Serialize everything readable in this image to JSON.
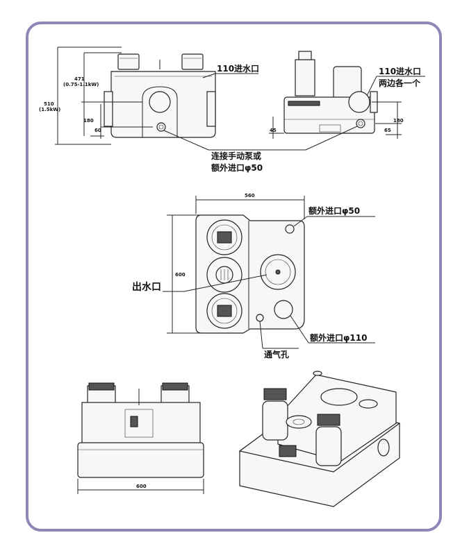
{
  "colors": {
    "frame_border": "#8f86b8",
    "line": "#222222"
  },
  "front_view": {
    "inlet_label": "110进水口",
    "dim_471": "471",
    "dim_471_sub": "(0.75-1.1kW)",
    "dim_510": "510",
    "dim_510_sub": "(1.5kW)",
    "dim_180": "180",
    "dim_60": "60"
  },
  "side_view": {
    "inlet_label_line1": "110进水口",
    "inlet_label_line2": "两边各一个",
    "dim_45": "45",
    "dim_180": "180",
    "dim_65": "65"
  },
  "shared_callout": {
    "line1": "连接手动泵或",
    "line2": "额外进口φ50"
  },
  "top_view": {
    "dim_560": "560",
    "dim_600": "600",
    "outlet_label": "出水口",
    "extra_inlet_50": "额外进口φ50",
    "extra_inlet_110": "额外进口φ110",
    "vent_label": "通气孔"
  },
  "bottom_view": {
    "dim_600": "600"
  }
}
